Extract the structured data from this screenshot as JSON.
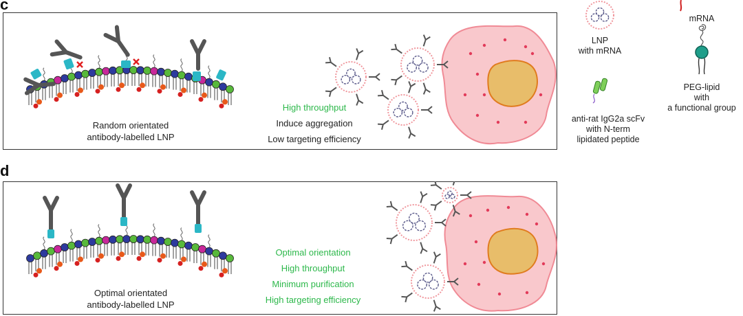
{
  "panels": {
    "c": {
      "letter": "c",
      "caption": [
        "Random orientated",
        "antibody-labelled LNP"
      ],
      "features": [
        {
          "text": "High throughput",
          "color": "#2db84b"
        },
        {
          "text": "Induce aggregation",
          "color": "#222222"
        },
        {
          "text": "Low targeting efficiency",
          "color": "#222222"
        }
      ]
    },
    "d": {
      "letter": "d",
      "caption": [
        "Optimal orientated",
        "antibody-labelled LNP"
      ],
      "features": [
        {
          "text": "Optimal orientation",
          "color": "#2db84b"
        },
        {
          "text": "High throughput",
          "color": "#2db84b"
        },
        {
          "text": "Minimum purification",
          "color": "#2db84b"
        },
        {
          "text": "High targeting efficiency",
          "color": "#2db84b"
        }
      ]
    }
  },
  "legend": {
    "lnp": [
      "LNP",
      "with mRNA"
    ],
    "mrna": "mRNA",
    "peg": [
      "PEG-lipid",
      "with",
      "a functional group"
    ],
    "scfv": [
      "anti-rat IgG2a scFv",
      "with N-term",
      "lipidated peptide"
    ]
  },
  "colors": {
    "cell_fill": "#f9c8cc",
    "cell_stroke": "#f08a95",
    "nucleus_fill": "#e8bd6a",
    "nucleus_stroke": "#e07b1e",
    "antibody": "#555555",
    "scfv": "#2bb7c6",
    "peg_head": "#1f9e8a",
    "red_x": "#e02020",
    "highlight_green": "#2db84b"
  }
}
